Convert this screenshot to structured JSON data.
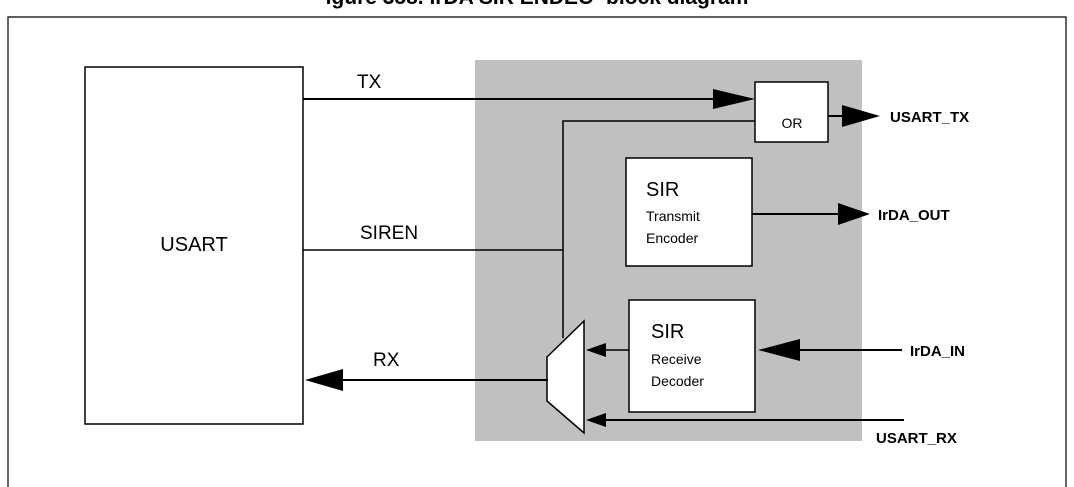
{
  "figure": {
    "title": "igure 358. IrDA SIR ENDEC- block diagram"
  },
  "blocks": {
    "usart": "USART",
    "or_gate": "OR",
    "sir_tx_title": "SIR",
    "sir_tx_line1": "Transmit",
    "sir_tx_line2": "Encoder",
    "sir_rx_title": "SIR",
    "sir_rx_line1": "Receive",
    "sir_rx_line2": "Decoder"
  },
  "signals": {
    "tx": "TX",
    "siren": "SIREN",
    "rx": "RX",
    "usart_tx": "USART_TX",
    "irda_out": "IrDA_OUT",
    "irda_in": "IrDA_IN",
    "usart_rx": "USART_RX"
  },
  "colors": {
    "endec_region": "#c0c0c0",
    "line": "#000000",
    "box_fill": "#ffffff"
  }
}
